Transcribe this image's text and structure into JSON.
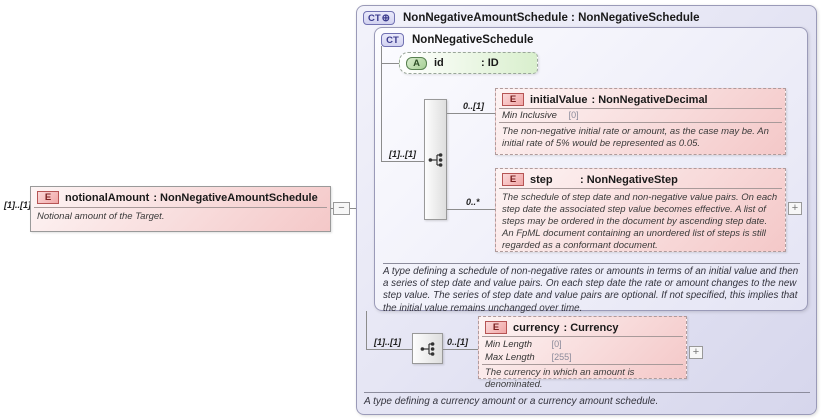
{
  "element": {
    "cardinality": "[1]..[1]",
    "badge": "E",
    "name": "notionalAmount",
    "type": ": NonNegativeAmountSchedule",
    "doc": "Notional amount of the Target.",
    "collapse_glyph": "−"
  },
  "outer_type": {
    "badge": "CT",
    "derived_glyph": "⊕",
    "title": "NonNegativeAmountSchedule : NonNegativeSchedule",
    "doc": "A type defining a currency amount or a currency amount schedule."
  },
  "base_type": {
    "badge": "CT",
    "title": "NonNegativeSchedule",
    "sequence_cardinality": "[1]..[1]",
    "doc": "A type defining a schedule of non-negative rates or amounts in terms of an initial value and then a series of step date and value pairs. On each step date the rate or amount changes to the new step value. The series of step date and value pairs are optional. If not specified, this implies that the initial value remains unchanged over time.",
    "attribute": {
      "badge": "A",
      "name": "id",
      "type": ": ID"
    }
  },
  "initial_value": {
    "badge": "E",
    "name": "initialValue",
    "type": ": NonNegativeDecimal",
    "cardinality": "0..[1]",
    "facets": [
      {
        "name": "Min Inclusive",
        "value": "[0]"
      }
    ],
    "doc": "The non-negative initial rate or amount, as the case may be. An initial rate of 5% would be represented as 0.05."
  },
  "step": {
    "badge": "E",
    "name": "step",
    "type": ": NonNegativeStep",
    "cardinality": "0..*",
    "doc": "The schedule of step date and non-negative value pairs. On each step date the associated step value becomes effective. A list of steps may be ordered in the document by ascending step date. An FpML document containing an unordered list of steps is still regarded as a conformant document.",
    "expand_glyph": "+"
  },
  "currency_branch": {
    "sequence_cardinality": "[1]..[1]",
    "cardinality": "0..[1]"
  },
  "currency": {
    "badge": "E",
    "name": "currency",
    "type": ": Currency",
    "facets": [
      {
        "name": "Min Length",
        "value": "[0]"
      },
      {
        "name": "Max Length",
        "value": "[255]"
      }
    ],
    "doc": "The currency in which an amount is denominated.",
    "expand_glyph": "+"
  },
  "colors": {
    "element_fill": "#f4c8c8",
    "attribute_fill": "#d9efcd",
    "container_fill": "#d6d6ec",
    "element_badge_border": "#b65454",
    "line": "#8c8c8c"
  }
}
